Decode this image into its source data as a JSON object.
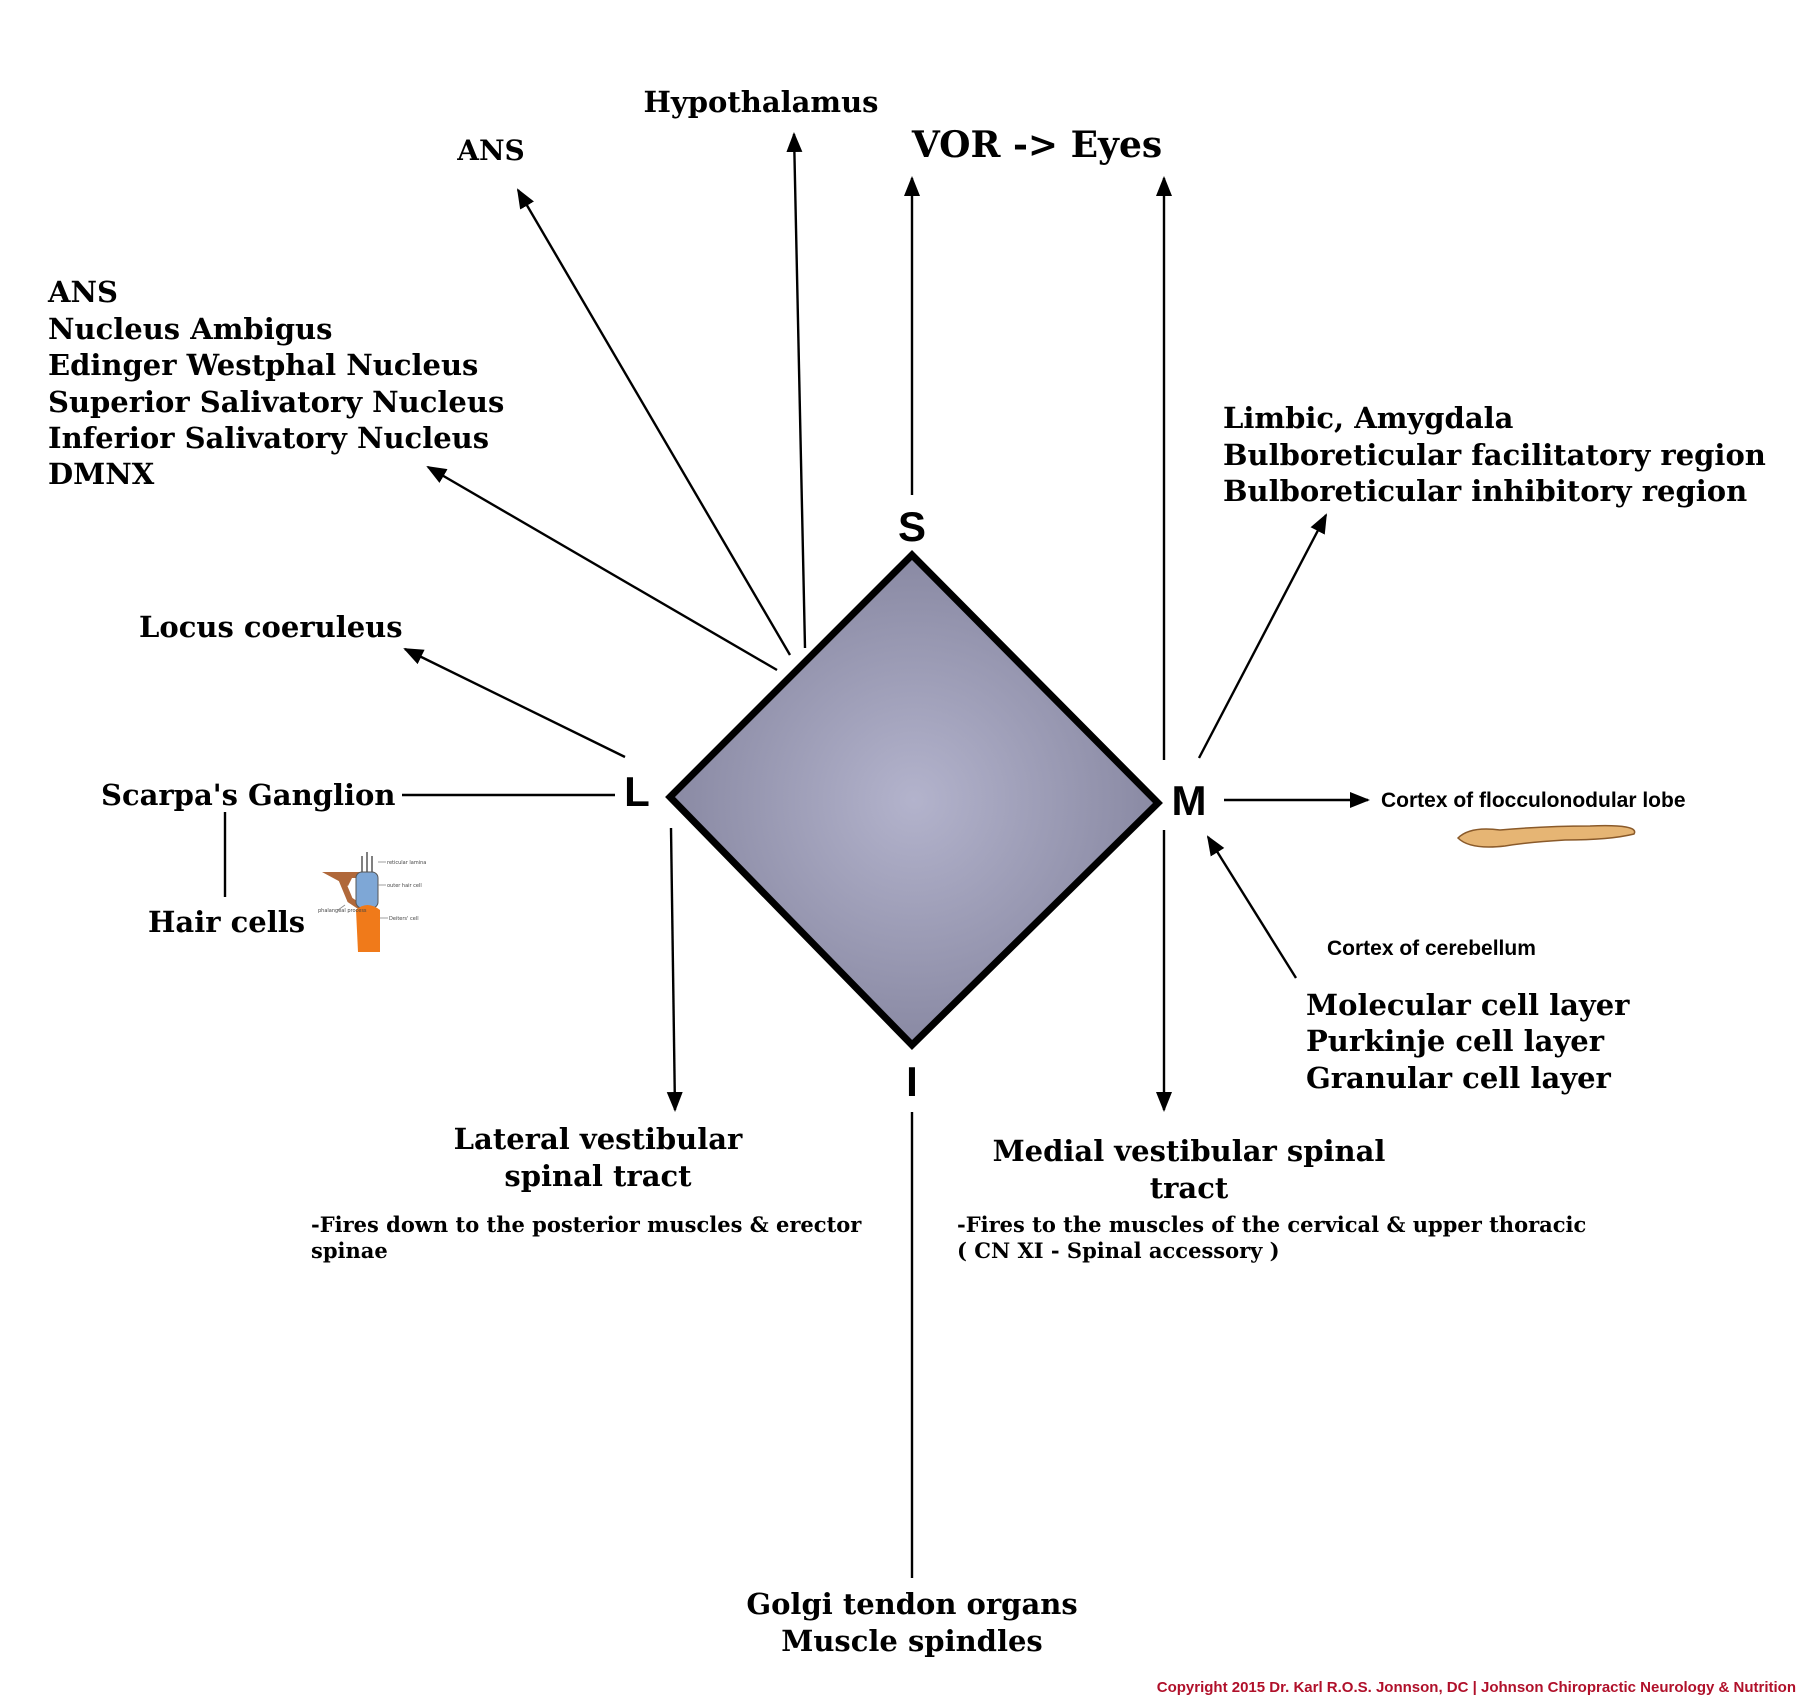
{
  "corners": {
    "superior": "S",
    "lateral": "L",
    "medial": "M",
    "inferior": "I"
  },
  "colors": {
    "diamond_center": "#b3b3cc",
    "diamond_edge": "#85859f",
    "hair_cell_blue": "#7ea7d6",
    "deiters_orange": "#f07a1a",
    "pillar_brown": "#b0683a",
    "lobe_tan": "#e6b574",
    "copyright": "#b0102a"
  },
  "labels": {
    "hypothalamus": "Hypothalamus",
    "ans_top": "ANS",
    "vor_eyes": "VOR -> Eyes",
    "ans_list": [
      "ANS",
      "Nucleus Ambigus",
      "Edinger Westphal Nucleus",
      "Superior Salivatory Nucleus",
      "Inferior Salivatory Nucleus",
      "DMNX"
    ],
    "locus_coeruleus": "Locus coeruleus",
    "scarpas_ganglion": "Scarpa's Ganglion",
    "hair_cells": "Hair cells",
    "limbic_list": [
      "Limbic, Amygdala",
      "Bulboreticular facilitatory region",
      "Bulboreticular inhibitory region"
    ],
    "cortex_flocculonodular": "Cortex of flocculonodular lobe",
    "cortex_cerebellum": "Cortex of cerebellum",
    "cerebellum_layers": [
      "Molecular cell layer",
      "Purkinje cell layer",
      "Granular cell layer"
    ],
    "lateral_tract": [
      "Lateral vestibular",
      "spinal tract"
    ],
    "lateral_tract_note": [
      "-Fires down to the posterior muscles & erector",
      "spinae"
    ],
    "medial_tract": [
      "Medial vestibular spinal",
      "tract"
    ],
    "medial_tract_note": [
      "-Fires to the muscles of the cervical &  upper thoracic",
      "( CN XI - Spinal accessory )"
    ],
    "golgi": [
      "Golgi tendon organs",
      "Muscle spindles"
    ],
    "copyright": "Copyright 2015  Dr. Karl R.O.S. Jonnson, DC | Johnson Chiropractic Neurology & Nutrition"
  },
  "hair_cell_image": {
    "labels": [
      "reticular lamina",
      "outer hair cell",
      "phalangeal process",
      "Deiters' cell"
    ]
  },
  "icons": {
    "hair_cell": "hair-cell-illustration",
    "lobe": "flocculonodular-lobe-illustration"
  }
}
